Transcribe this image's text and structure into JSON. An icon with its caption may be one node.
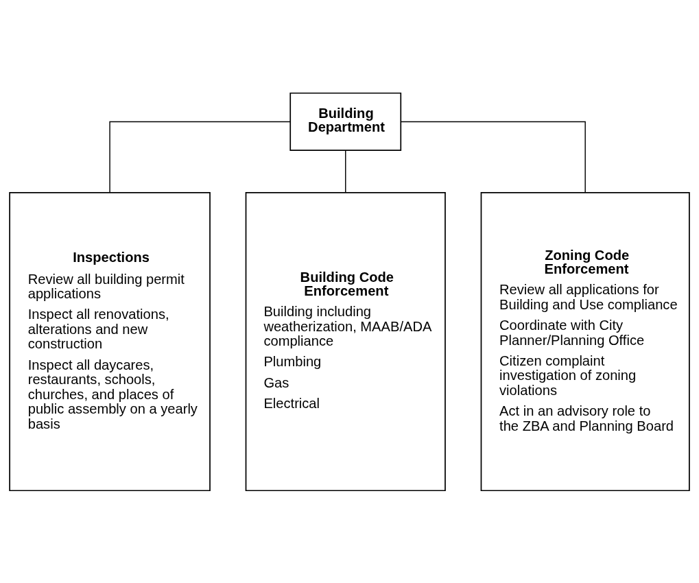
{
  "diagram": {
    "nodes": [
      {
        "text": [
          "Building Department"
        ]
      },
      {
        "text": [
          "Inspections",
          "Review all building permit applications",
          "Inspect all renovations, alterations and new construction",
          "Inspect all daycares, restaurants, schools, churches, and places of public assembly on a yearly basis"
        ]
      },
      {
        "text": [
          "Building Code Enforcement",
          "Building including weatherization, MAAB/ADA compliance",
          "Plumbing",
          "Gas",
          "Electrical"
        ]
      },
      {
        "text": [
          "Zoning Code Enforcement",
          "Review all applications for Building and Use compliance",
          "Coordinate with City Planner/Planning Office",
          "Citizen complaint investigation of zoning violations",
          "Act in an advisory role to the ZBA and Planning Board"
        ]
      }
    ],
    "edges": [
      {
        "from": 0,
        "to": 1,
        "arrow": "none"
      },
      {
        "from": 0,
        "to": 2,
        "arrow": "none"
      },
      {
        "from": 0,
        "to": 3,
        "arrow": "none"
      }
    ]
  }
}
